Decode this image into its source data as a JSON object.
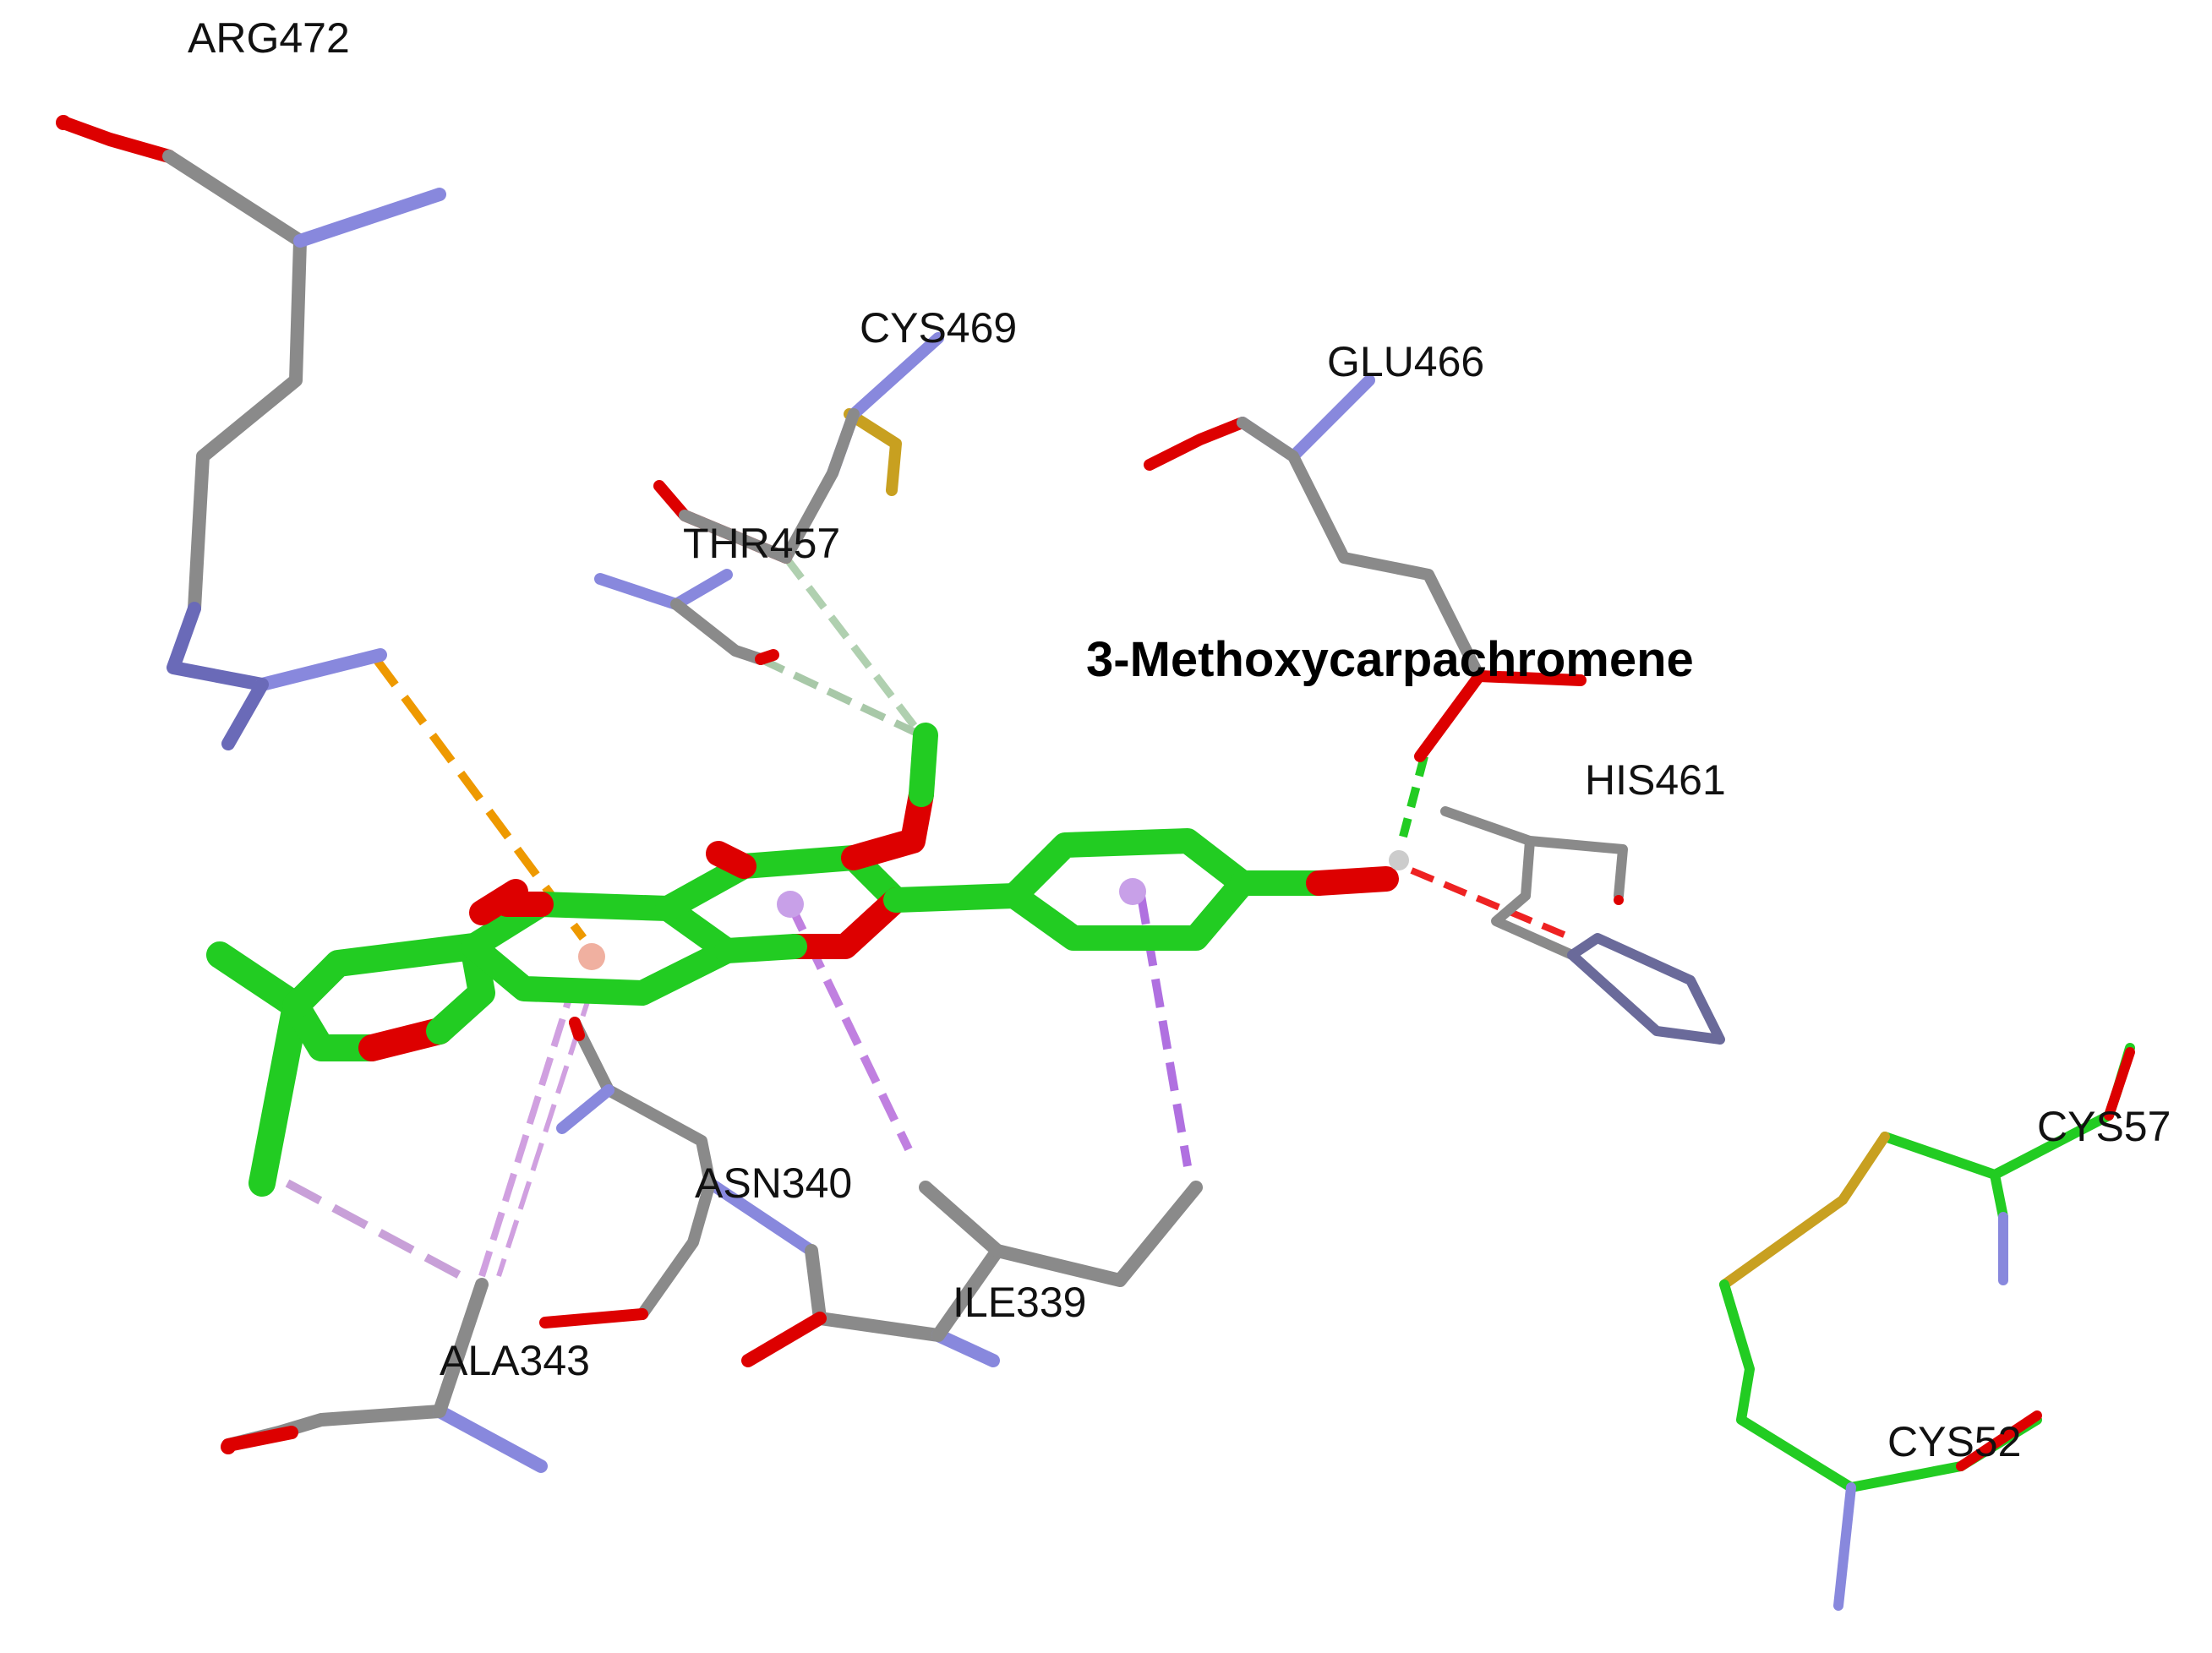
{
  "diagram": {
    "ligand_name": "3-Methoxycarpachromene",
    "residues": {
      "arg472": "ARG472",
      "cys469": "CYS469",
      "glu466": "GLU466",
      "thr457": "THR457",
      "his461": "HIS461",
      "asn340": "ASN340",
      "ile339": "ILE339",
      "ala343": "ALA343",
      "cys57": "CYS57",
      "cys52": "CYS52"
    },
    "colors": {
      "ligand_carbon": "#22cc22",
      "oxygen": "#dd0000",
      "residue_carbon": "#8a8a8a",
      "nitrogen": "#8888dd",
      "sulfur": "#c8a020",
      "pi_cation": "#ee9900",
      "hydrogen_bond": "#22cc22",
      "carbon_hydrogen_bond": "#a8cca8",
      "pi_alkyl": "#c080e0",
      "unfavorable": "#ee2222"
    }
  }
}
